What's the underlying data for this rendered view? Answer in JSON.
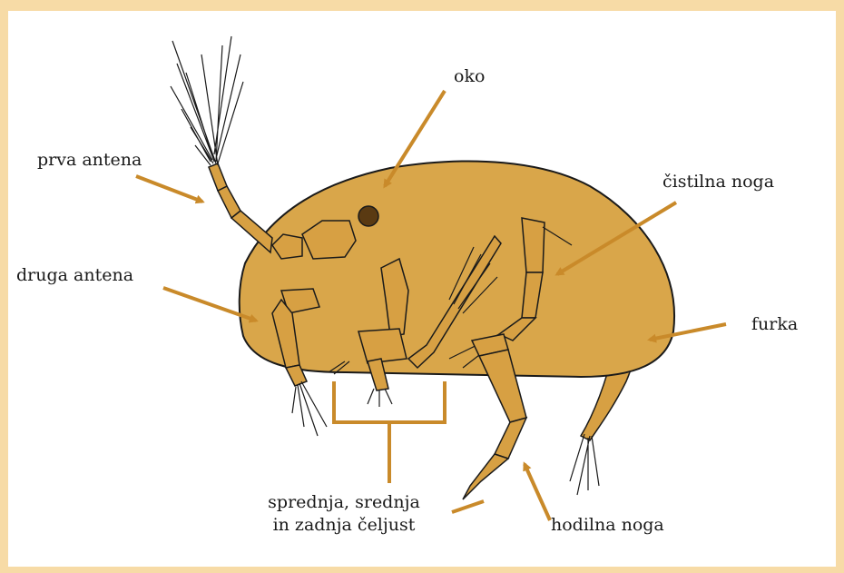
{
  "colors": {
    "background_border": "#f7dba6",
    "body_fill": "#d9a64a",
    "appendage_fill": "#d7a043",
    "arrow": "#c98a2a",
    "outline": "#1a1a1a"
  },
  "labels": {
    "oko": "oko",
    "prva_antena": "prva antena",
    "druga_antena": "druga antena",
    "cistilna_noga": "čistilna noga",
    "furka": "furka",
    "celjust_line1": "sprednja, srednja",
    "celjust_line2": "in zadnja čeljust",
    "hodilna_noga": "hodilna noga"
  }
}
